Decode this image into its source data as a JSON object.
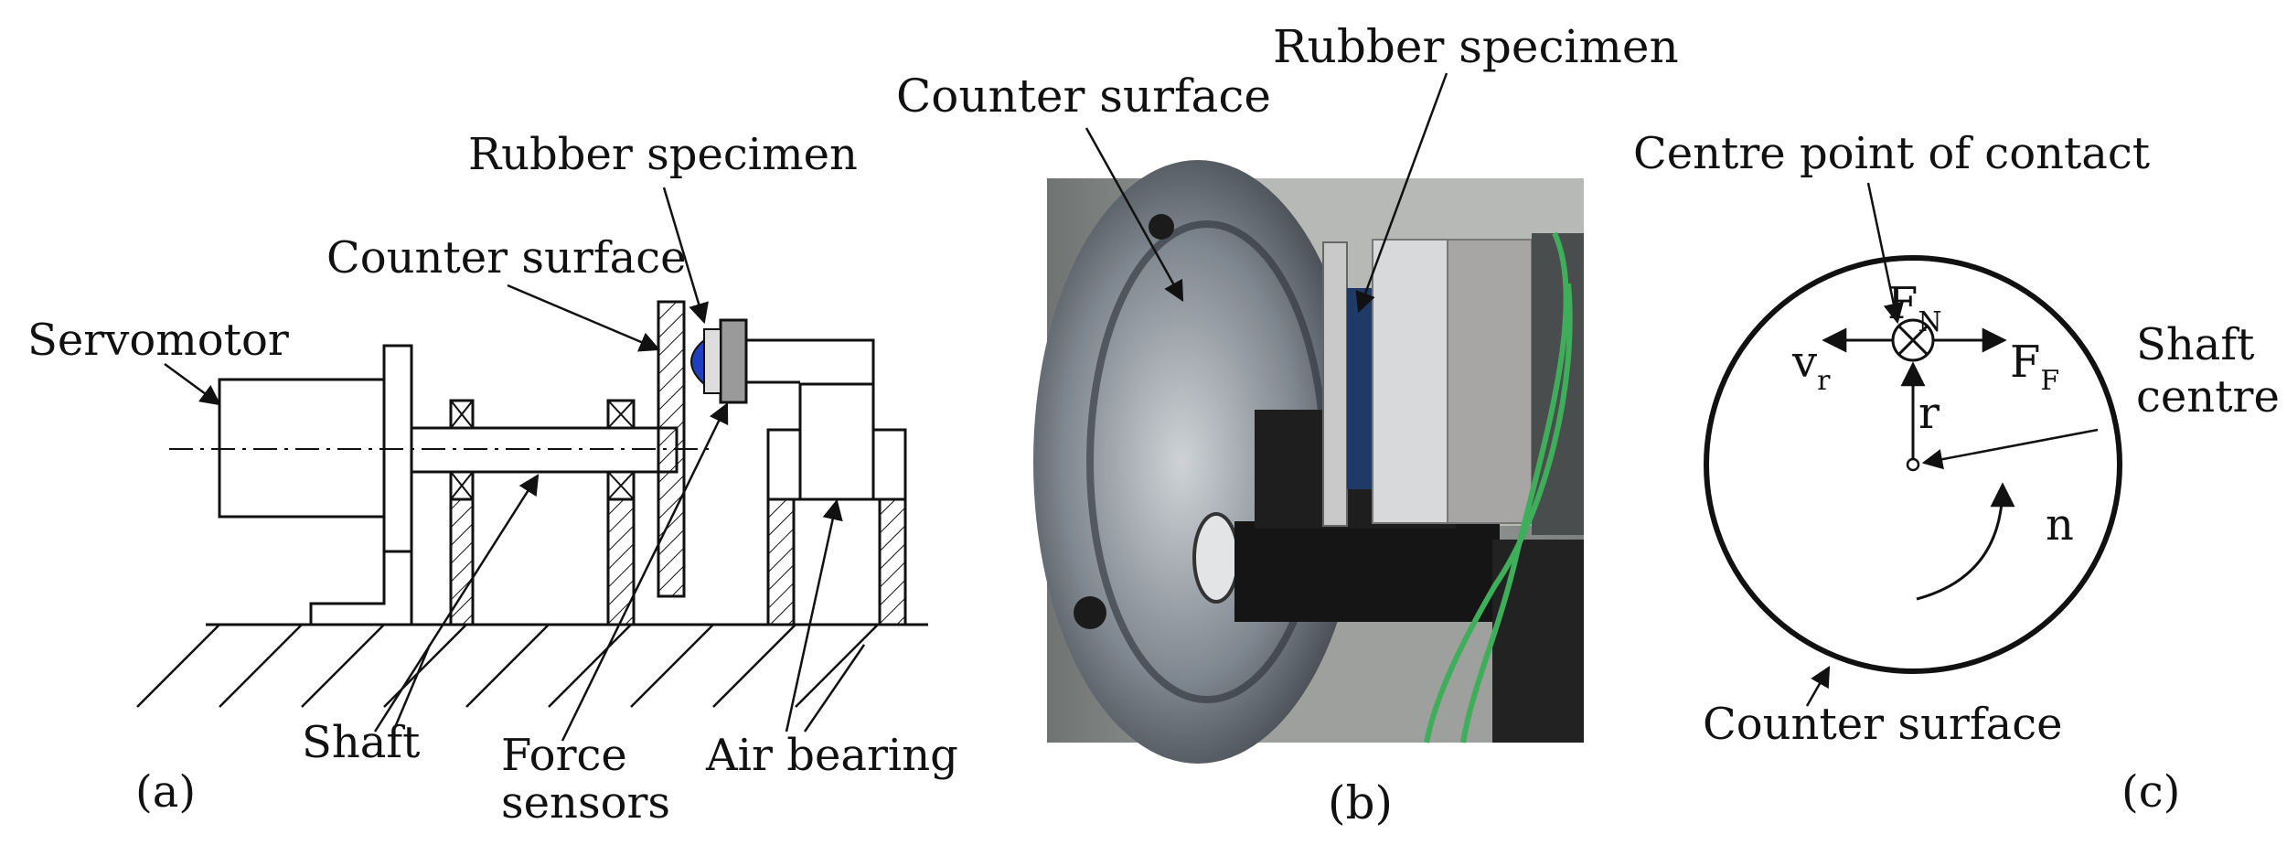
{
  "panel_a": {
    "caption": "(a)",
    "labels": {
      "servomotor": "Servomotor",
      "rubber_specimen": "Rubber specimen",
      "counter_surface": "Counter surface",
      "shaft": "Shaft",
      "force_sensors_line1": "Force",
      "force_sensors_line2": "sensors",
      "air_bearing": "Air bearing"
    }
  },
  "panel_b": {
    "caption": "(b)",
    "labels": {
      "counter_surface": "Counter surface",
      "rubber_specimen": "Rubber specimen"
    }
  },
  "panel_c": {
    "caption": "(c)",
    "labels": {
      "centre_point": "Centre point of contact",
      "shaft_centre_line1": "Shaft",
      "shaft_centre_line2": "centre",
      "counter_surface": "Counter surface",
      "fn_main": "F",
      "fn_sub": "N",
      "ff_main": "F",
      "ff_sub": "F",
      "vr_main": "v",
      "vr_sub": "r",
      "r": "r",
      "n": "n"
    }
  },
  "colors": {
    "ink": "#111111",
    "specimen_blue": "#1f3fbf",
    "sensor_gray": "#9a9a9a",
    "photo_bg": "#8a8d8c",
    "cable_green": "#3fae5a"
  }
}
